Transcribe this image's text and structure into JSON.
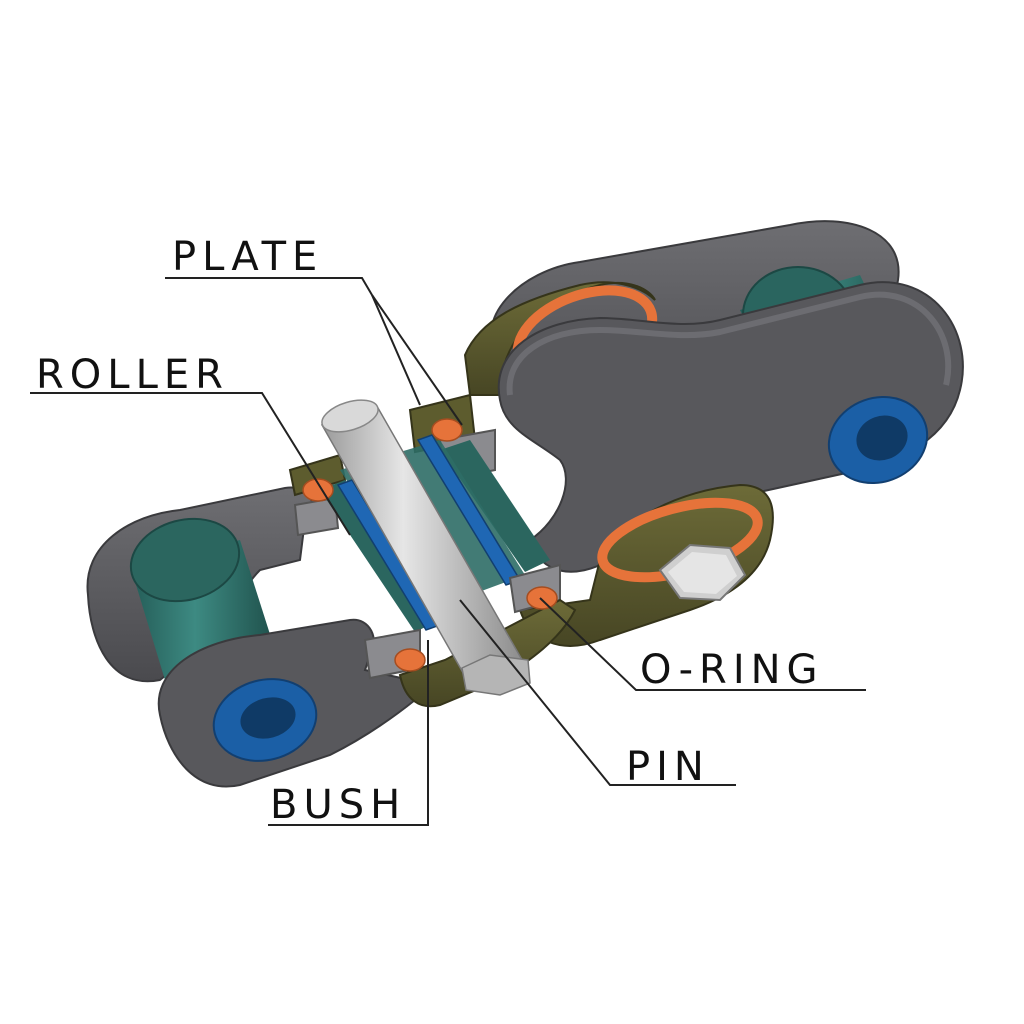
{
  "labels": {
    "plate": "PLATE",
    "roller": "ROLLER",
    "o_ring": "O-RING",
    "pin": "PIN",
    "bush": "BUSH"
  },
  "colors": {
    "outer_plate": "#5d5d60",
    "inner_plate": "#57562d",
    "roller": "#2f706a",
    "bush": "#1f67b4",
    "pin": "#bdbdbd",
    "o_ring": "#e6733a",
    "leader_line": "#222222"
  }
}
